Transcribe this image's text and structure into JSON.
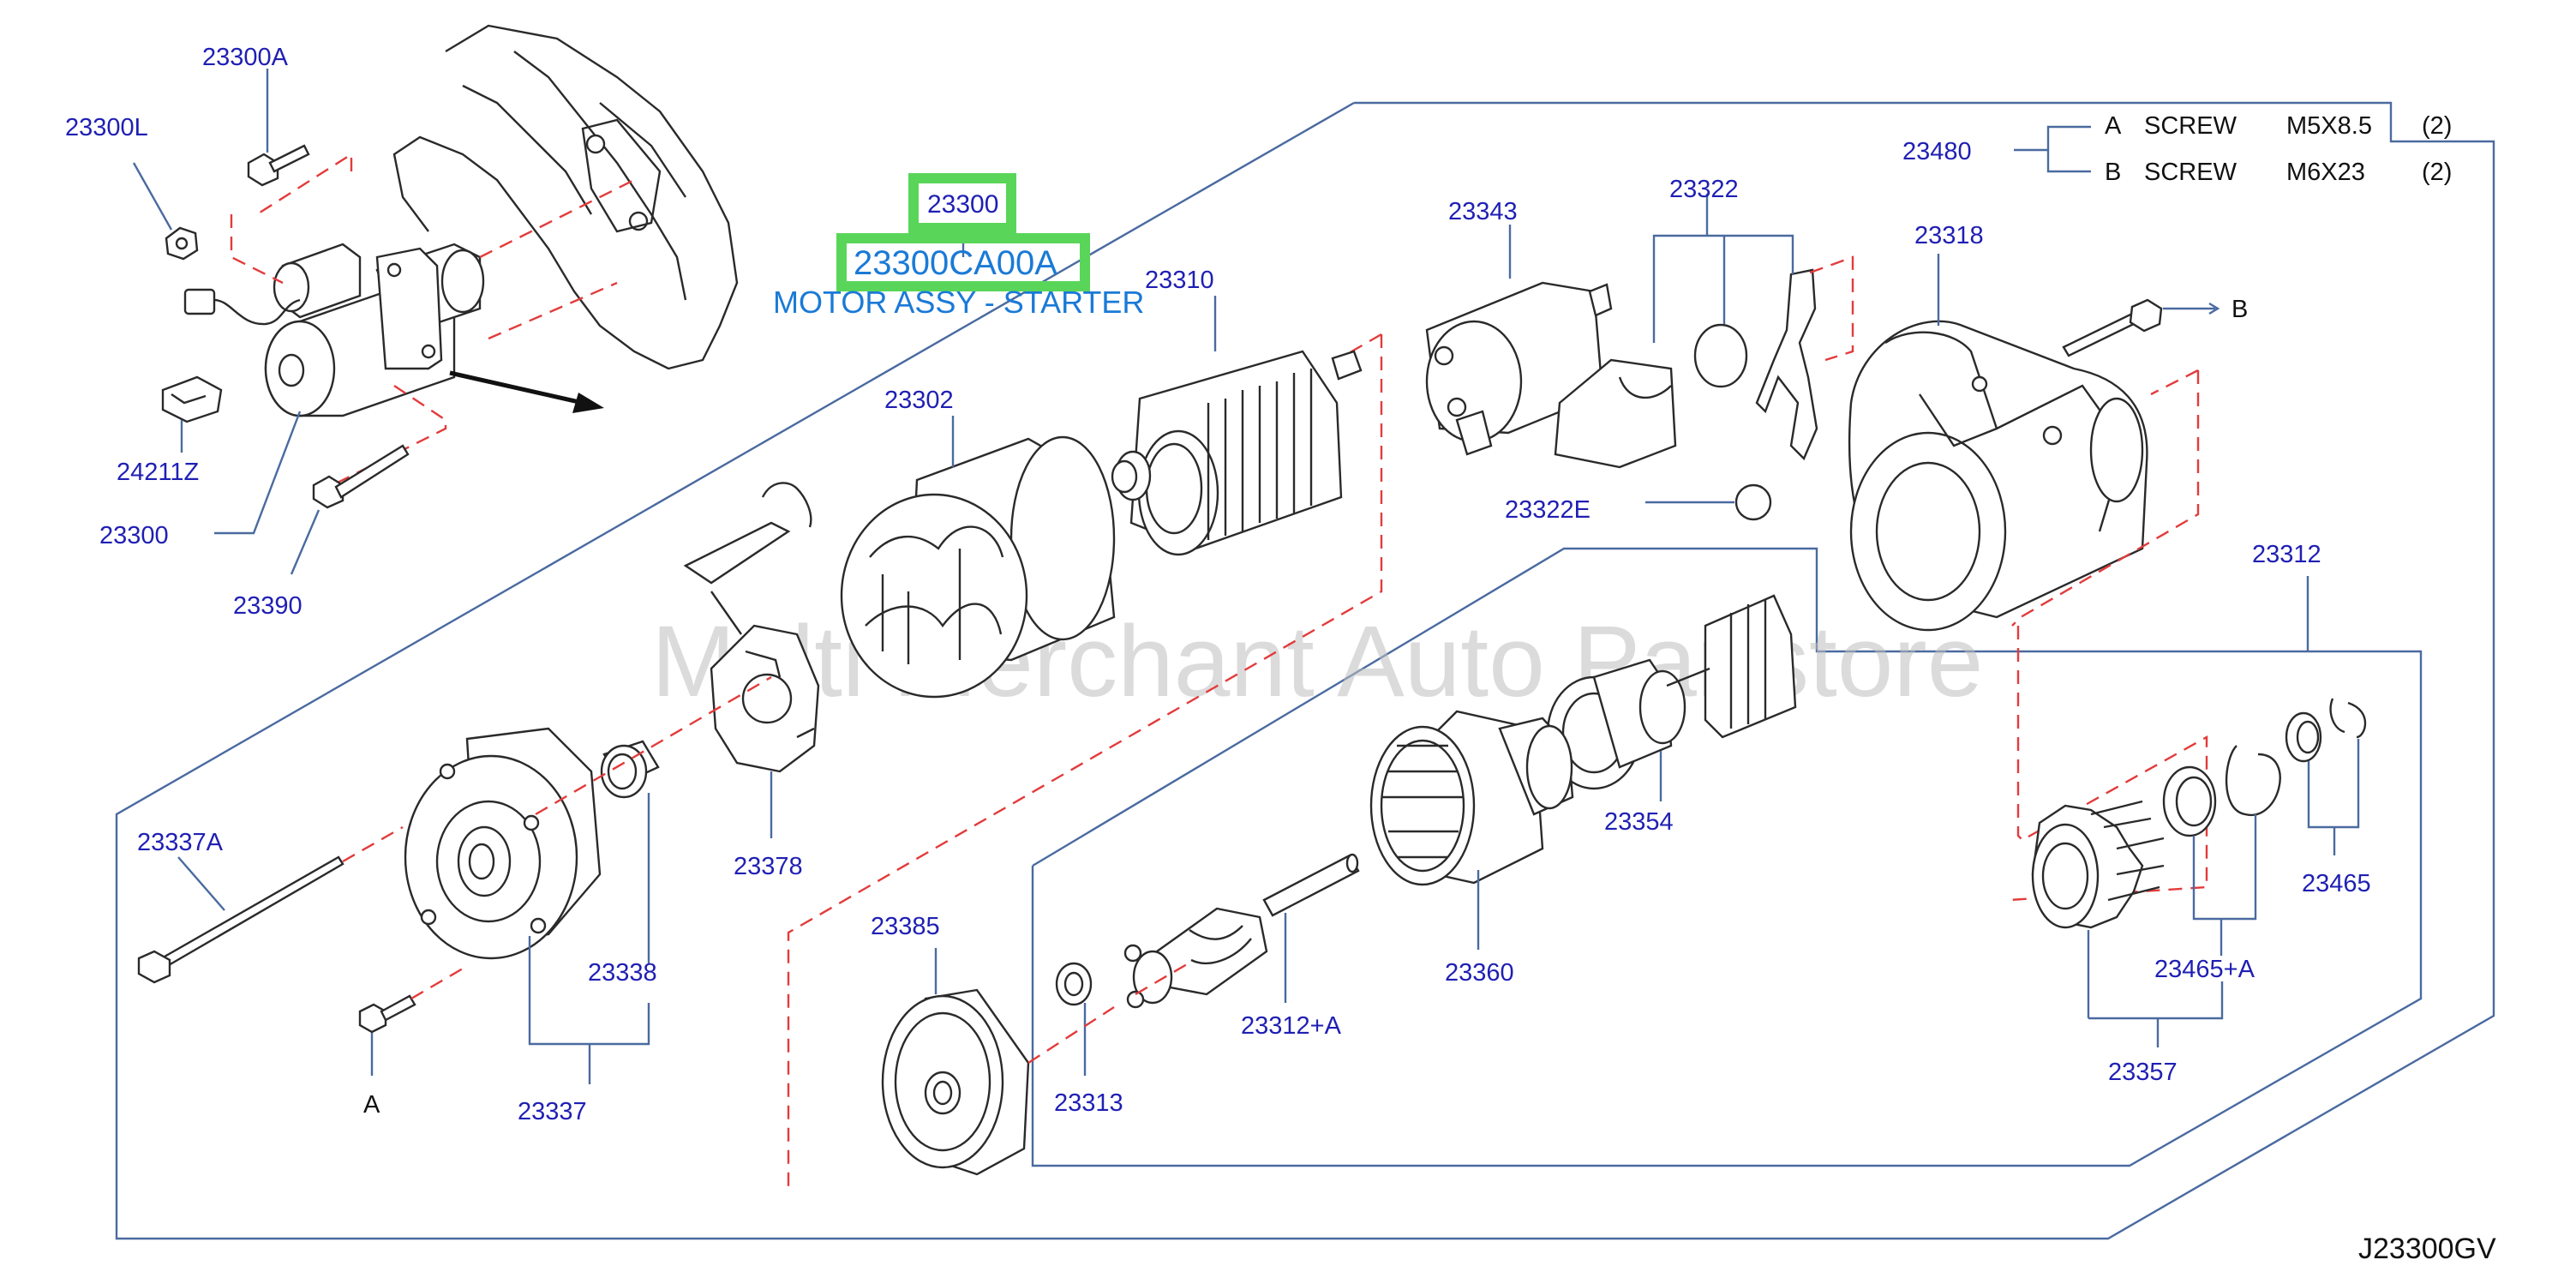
{
  "colors": {
    "label": "#1f1fb4",
    "highlight_box": "#59d659",
    "highlight_text": "#1a7ad6",
    "dash": "#e33b3b",
    "frame": "#4a6aa0"
  },
  "callout": {
    "ref": "23300",
    "part_number": "23300CA00A",
    "part_name": "MOTOR ASSY - STARTER"
  },
  "watermark": "Multi Merchant Auto Partstore",
  "diagram_code": "J23300GV",
  "legend": {
    "ref": "23480",
    "rows": [
      {
        "key": "A",
        "type": "SCREW",
        "size": "M5X8.5",
        "qty": "(2)"
      },
      {
        "key": "B",
        "type": "SCREW",
        "size": "M6X23",
        "qty": "(2)"
      }
    ]
  },
  "part_labels": {
    "p23300A": "23300A",
    "p23300L": "23300L",
    "p24211Z": "24211Z",
    "p23300": "23300",
    "p23390": "23390",
    "p23302": "23302",
    "p23310": "23310",
    "p23343": "23343",
    "p23322": "23322",
    "p23322E": "23322E",
    "p23318": "23318",
    "p23312": "23312",
    "p23378": "23378",
    "p23337A": "23337A",
    "p23338": "23338",
    "p23337": "23337",
    "p23385": "23385",
    "p23313": "23313",
    "p23312A": "23312+A",
    "p23360": "23360",
    "p23354": "23354",
    "p23465": "23465",
    "p23465A": "23465+A",
    "p23357": "23357"
  },
  "screw_keys": {
    "a": "A",
    "b": "B"
  }
}
